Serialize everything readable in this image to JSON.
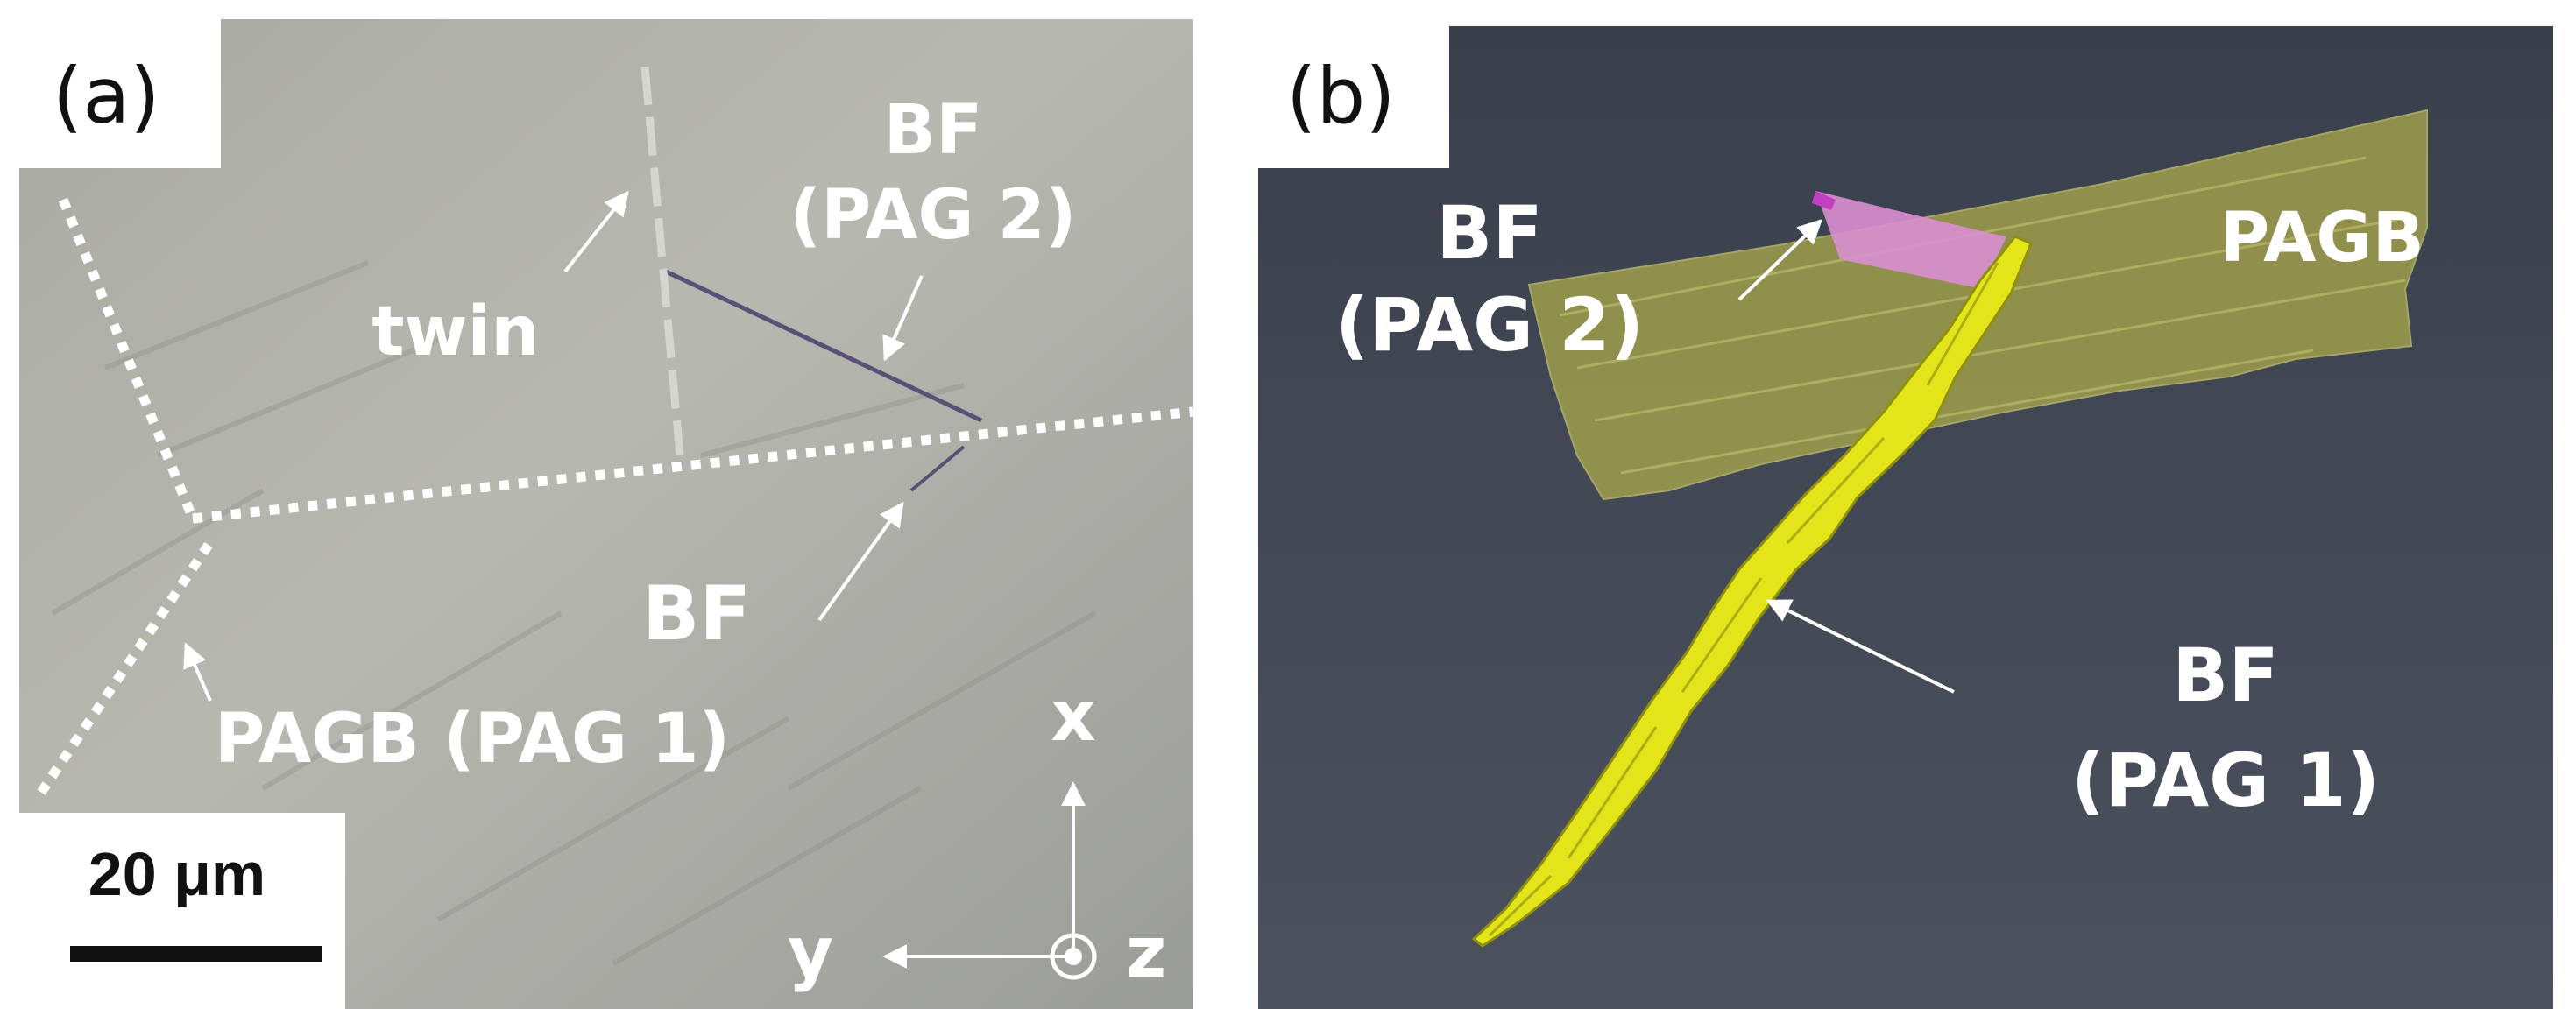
{
  "panel_a": {
    "panel_label": "(a)",
    "labels": {
      "bf": "BF",
      "pag2": "(PAG 2)",
      "twin": "twin",
      "bf_lower": "BF",
      "pagb_pag1": "PAGB (PAG 1)"
    },
    "scale_bar": {
      "label": "20 μm"
    },
    "axes": {
      "x": "x",
      "y": "y",
      "z": "z"
    }
  },
  "panel_b": {
    "panel_label": "(b)",
    "labels": {
      "bf_upper": "BF",
      "pag2": "(PAG 2)",
      "pagb": "PAGB",
      "bf_lower": "BF",
      "pag1": "(PAG 1)"
    },
    "colors": {
      "background": "#3d4250",
      "pag_plane": "#9a9a48",
      "bf_pag1": "#e6e61c",
      "bf_pag2": "#d070c8"
    }
  }
}
